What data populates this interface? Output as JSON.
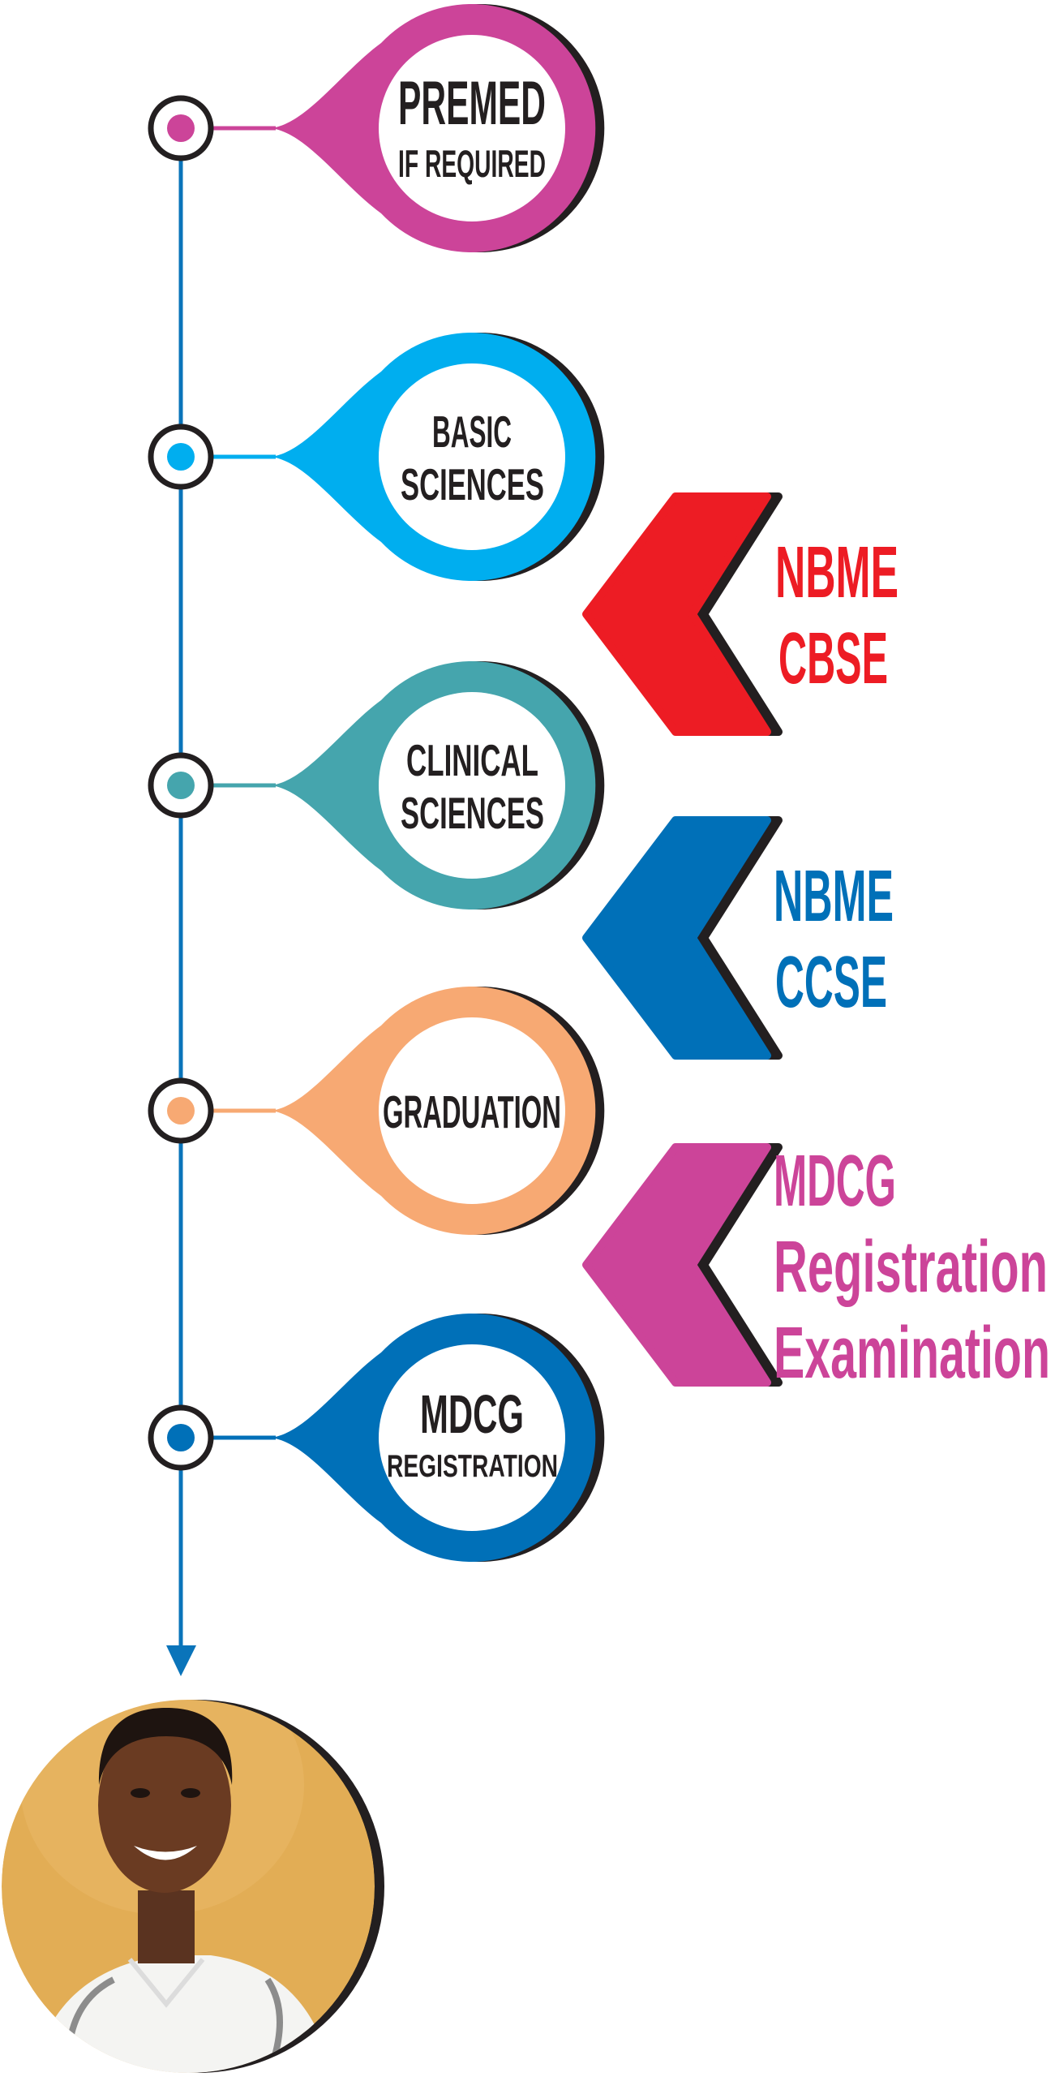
{
  "colors": {
    "timeline": "#0a74ba",
    "premed": "#cc4499",
    "basic": "#00aeef",
    "clinical": "#45a5ad",
    "graduation": "#f7a973",
    "registration": "#0070b8",
    "cbse": "#ed1c24",
    "ccse": "#0070b8",
    "exam": "#cc4499",
    "shadow": "#231f20"
  },
  "steps": [
    {
      "line1": "PREMED",
      "line2": "IF REQUIRED"
    },
    {
      "line1": "BASIC",
      "line2": "SCIENCES"
    },
    {
      "line1": "CLINICAL",
      "line2": "SCIENCES"
    },
    {
      "line1": "GRADUATION"
    },
    {
      "line1": "MDCG",
      "line2": "REGISTRATION"
    }
  ],
  "exams": [
    {
      "lines": [
        "NBME",
        "CBSE"
      ]
    },
    {
      "lines": [
        "NBME",
        "CCSE"
      ]
    },
    {
      "lines": [
        "MDCG",
        "Registration",
        "Examination"
      ]
    }
  ],
  "end_icon": "doctor-portrait"
}
